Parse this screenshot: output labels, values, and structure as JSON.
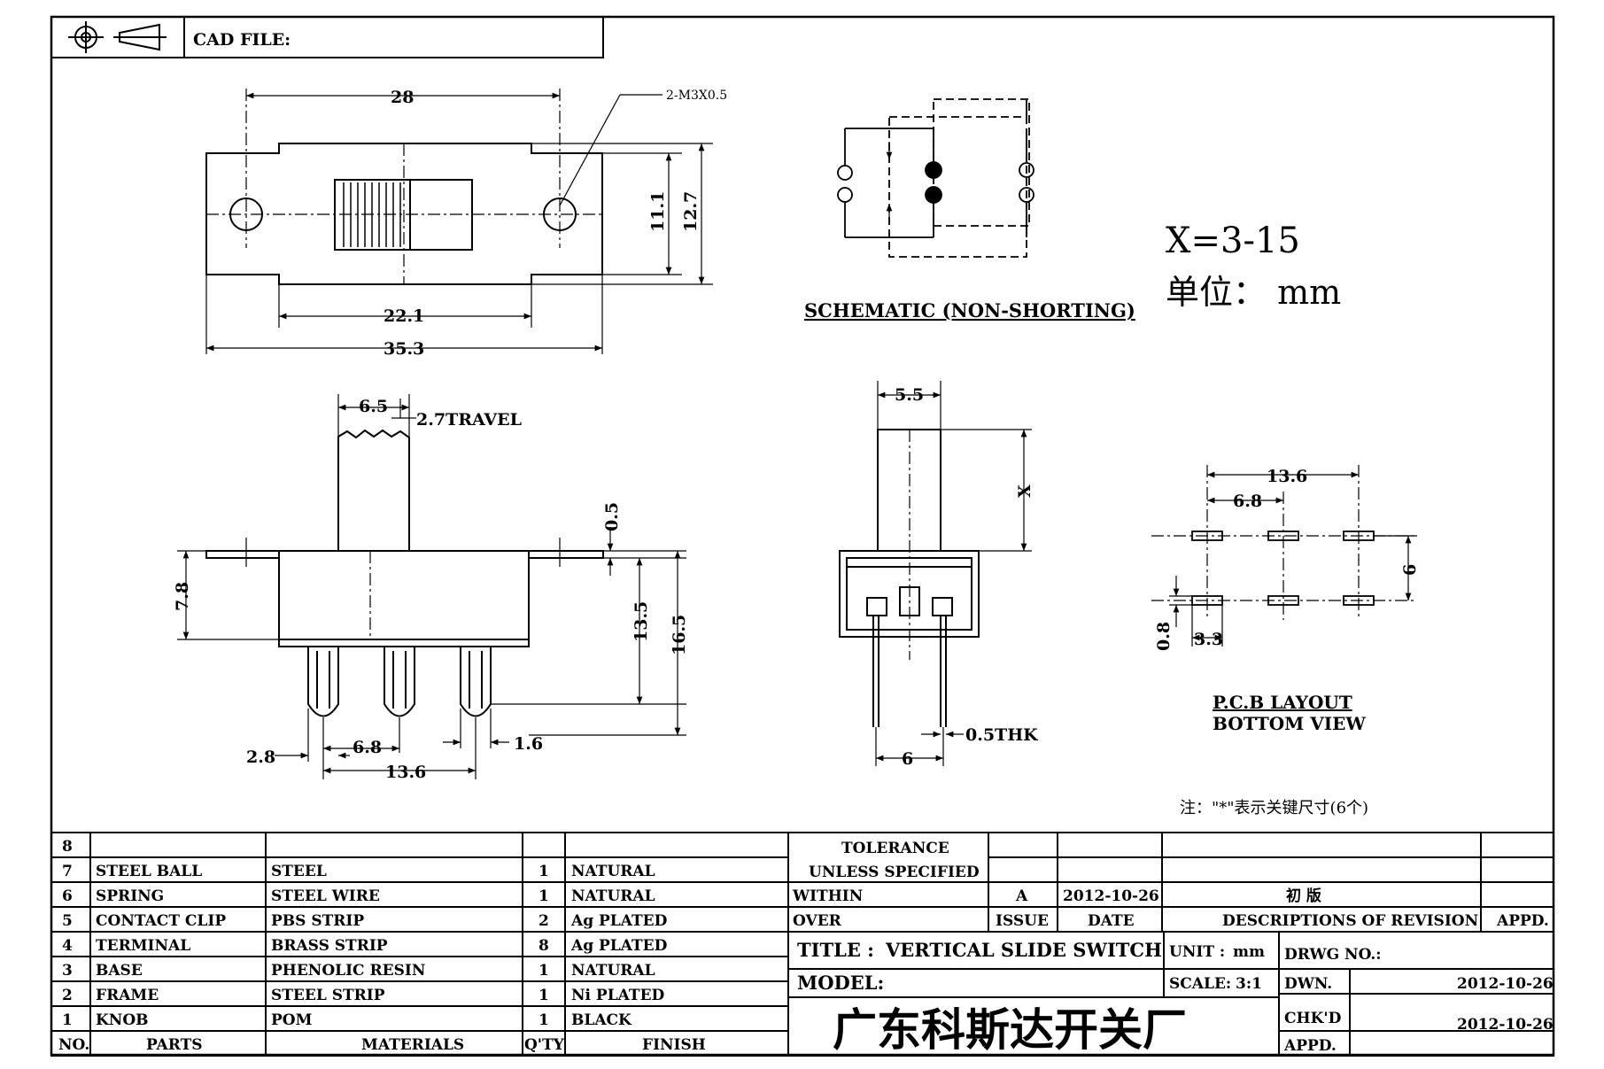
{
  "header": {
    "cad_file_label": "CAD FILE:"
  },
  "top_view": {
    "dim_overall_holes": "28",
    "dim_screw": "2-M3X0.5",
    "dim_inner_width": "22.1",
    "dim_total_width": "35.3",
    "dim_height_inner": "11.1",
    "dim_height_outer": "12.7"
  },
  "schematic": {
    "label": "SCHEMATIC (NON-SHORTING)"
  },
  "notes": {
    "x_range": "X=3-15",
    "unit_line": "单位： mm",
    "key_dim_note": "注：\"*\"表示关键尺寸(6个)"
  },
  "side_view": {
    "dim_knob_width": "6.5",
    "dim_travel": "2.7TRAVEL",
    "dim_flange_thk": "0.5",
    "dim_height_7_8": "7.8",
    "dim_13_5": "13.5",
    "dim_16_5": "16.5",
    "dim_2_8": "2.8",
    "dim_6_8": "6.8",
    "dim_13_6": "13.6",
    "dim_1_6": "1.6"
  },
  "front_view": {
    "dim_knob": "5.5",
    "dim_x": "X",
    "dim_pin_pitch": "6",
    "dim_thk": "0.5THK"
  },
  "pcb_layout": {
    "dim_13_6": "13.6",
    "dim_6_8": "6.8",
    "dim_6": "6",
    "dim_0_8": "0.8",
    "dim_3_3": "3.3",
    "label_line1": "P.C.B LAYOUT",
    "label_line2": "BOTTOM VIEW"
  },
  "bom": {
    "rows": [
      {
        "no": "8",
        "part": "",
        "material": "",
        "qty": "",
        "finish": ""
      },
      {
        "no": "7",
        "part": "STEEL BALL",
        "material": "STEEL",
        "qty": "1",
        "finish": "NATURAL"
      },
      {
        "no": "6",
        "part": "SPRING",
        "material": "STEEL WIRE",
        "qty": "1",
        "finish": "NATURAL"
      },
      {
        "no": "5",
        "part": "CONTACT CLIP",
        "material": "PBS STRIP",
        "qty": "2",
        "finish": "Ag PLATED"
      },
      {
        "no": "4",
        "part": "TERMINAL",
        "material": "BRASS STRIP",
        "qty": "8",
        "finish": "Ag PLATED"
      },
      {
        "no": "3",
        "part": "BASE",
        "material": "PHENOLIC RESIN",
        "qty": "1",
        "finish": "NATURAL"
      },
      {
        "no": "2",
        "part": "FRAME",
        "material": "STEEL STRIP",
        "qty": "1",
        "finish": "Ni PLATED"
      },
      {
        "no": "1",
        "part": "KNOB",
        "material": "POM",
        "qty": "1",
        "finish": "BLACK"
      }
    ],
    "headers": {
      "no": "NO.",
      "parts": "PARTS",
      "materials": "MATERIALS",
      "qty": "Q'TY",
      "finish": "FINISH"
    }
  },
  "title_block": {
    "tolerance_line1": "TOLERANCE",
    "tolerance_line2": "UNLESS  SPECIFIED",
    "within": "WITHIN",
    "over": "OVER",
    "issue_value": "A",
    "date_value": "2012-10-26",
    "revision_desc": "初  版",
    "issue_label": "ISSUE",
    "date_label": "DATE",
    "revision_label": "DESCRIPTIONS OF REVISION",
    "appd_label": "APPD.",
    "title_label": "TITLE :",
    "title_value": "VERTICAL SLIDE SWITCH",
    "unit_label": "UNIT :",
    "unit_value": "mm",
    "drwg_label": "DRWG NO.:",
    "model_label": "MODEL:",
    "scale_label": "SCALE:",
    "scale_value": "3:1",
    "dwn_label": "DWN.",
    "dwn_date": "2012-10-26",
    "chkd_label": "CHK'D",
    "chkd_date": "2012-10-26",
    "appd2_label": "APPD.",
    "company": "广东科斯达开关厂"
  }
}
